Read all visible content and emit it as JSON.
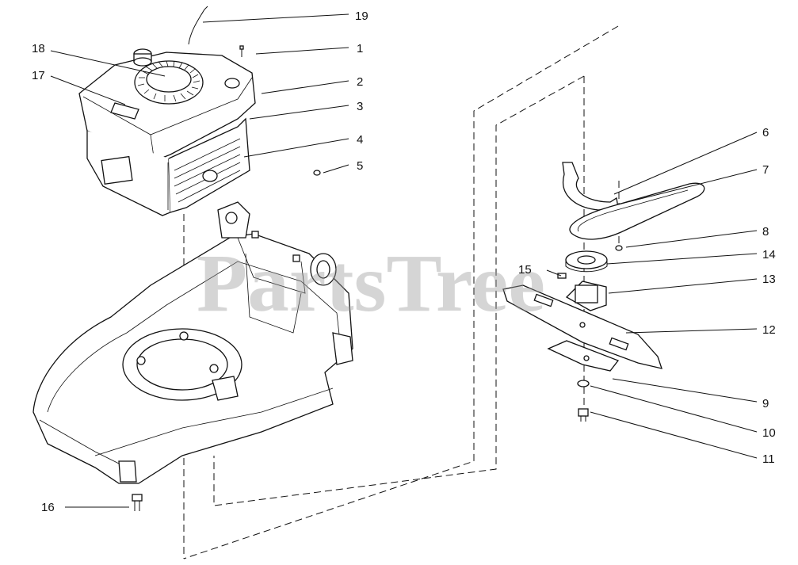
{
  "watermark": "PartsTree",
  "callouts": [
    {
      "id": "19"
    },
    {
      "id": "18"
    },
    {
      "id": "1"
    },
    {
      "id": "17"
    },
    {
      "id": "2"
    },
    {
      "id": "3"
    },
    {
      "id": "4"
    },
    {
      "id": "5"
    },
    {
      "id": "6"
    },
    {
      "id": "7"
    },
    {
      "id": "8"
    },
    {
      "id": "14"
    },
    {
      "id": "15"
    },
    {
      "id": "13"
    },
    {
      "id": "12"
    },
    {
      "id": "9"
    },
    {
      "id": "10"
    },
    {
      "id": "11"
    },
    {
      "id": "16"
    }
  ]
}
